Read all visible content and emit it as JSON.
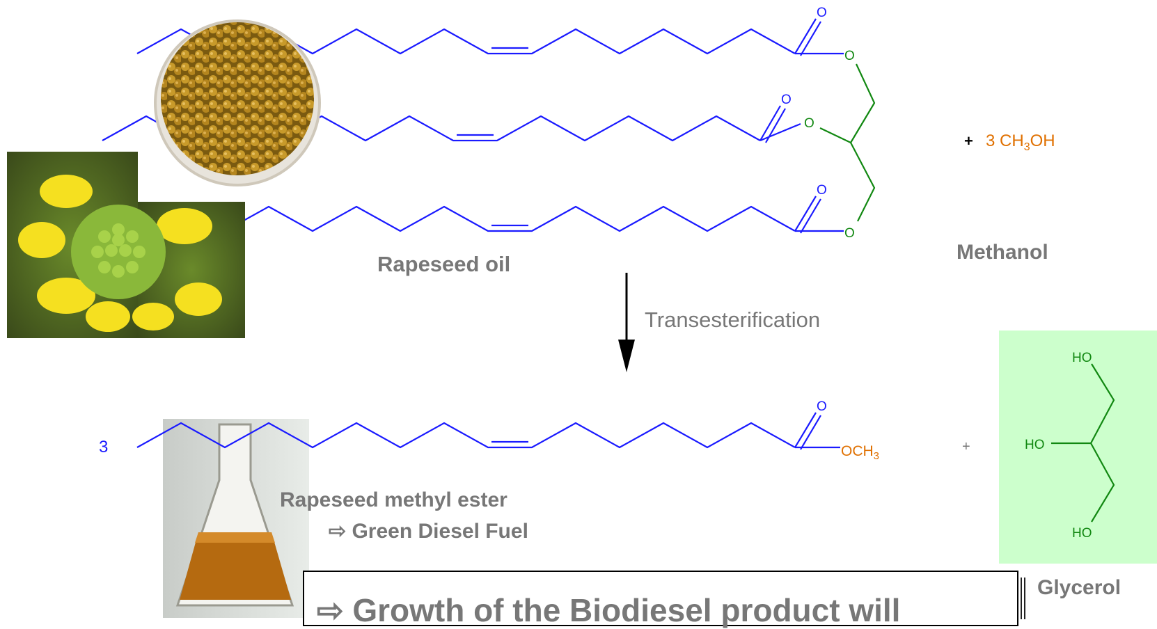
{
  "labels": {
    "rapeseed_oil": "Rapeseed oil",
    "methanol": "Methanol",
    "plus_methanol": "+",
    "methanol_coef": "3 CH",
    "methanol_sub": "3",
    "methanol_oh": "OH",
    "transesterification": "Transesterification",
    "product_coef": "3",
    "plus_glycerol": "+",
    "methyl_ester": "Rapeseed methyl ester",
    "green_diesel": "⇨ Green Diesel Fuel",
    "glycerol": "Glycerol",
    "growth": "⇨ Growth of the Biodiesel product will",
    "och3": "OCH",
    "och3_sub": "3"
  },
  "atoms": {
    "O": "O",
    "HO": "HO"
  },
  "colors": {
    "chain": "#1a1aff",
    "glycerol_backbone": "#118811",
    "reagent": "#e07000",
    "label_gray": "#777777",
    "glycerol_bg": "#ccffcc"
  }
}
